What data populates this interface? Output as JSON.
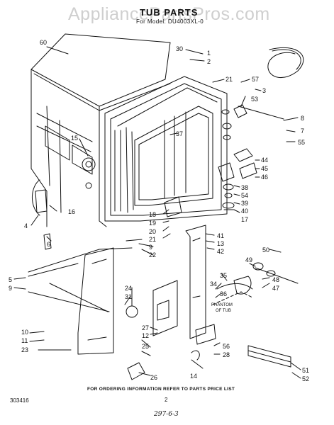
{
  "watermark": "AppliancePartsPros.com",
  "title": "TUB PARTS",
  "model_line": "For Model: DU4003XL-0",
  "footer_note": "FOR ORDERING INFORMATION REFER TO PARTS PRICE LIST",
  "page_number": "2",
  "document_number": "303416",
  "handwritten_mark": "297-6-3",
  "callouts": [
    "60",
    "30",
    "1",
    "2",
    "21",
    "57",
    "3",
    "53",
    "8",
    "7",
    "55",
    "37",
    "15",
    "44",
    "45",
    "46",
    "38",
    "54",
    "39",
    "40",
    "17",
    "18",
    "19",
    "20",
    "21",
    "9",
    "22",
    "41",
    "13",
    "42",
    "4",
    "16",
    "6",
    "50",
    "49",
    "48",
    "47",
    "35",
    "34",
    "36",
    "5",
    "9",
    "24",
    "31",
    "10",
    "11",
    "23",
    "27",
    "12",
    "25",
    "26",
    "14",
    "56",
    "28",
    "51",
    "52"
  ],
  "phantom_label_1": "PHANTOM",
  "phantom_label_2": "OF TUB"
}
